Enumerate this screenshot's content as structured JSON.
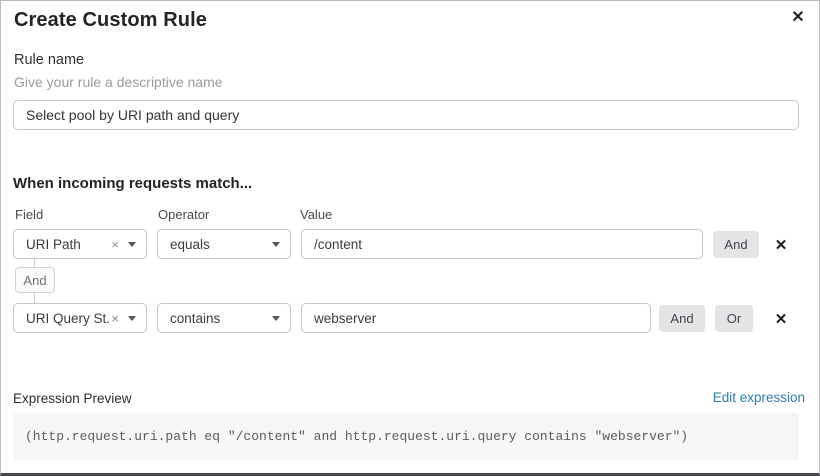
{
  "dialog": {
    "title": "Create Custom Rule",
    "close_icon": "✕"
  },
  "rule_name": {
    "label": "Rule name",
    "hint": "Give your rule a descriptive name",
    "value": "Select pool by URI path and query"
  },
  "matcher": {
    "heading": "When incoming requests match...",
    "column_labels": {
      "field": "Field",
      "operator": "Operator",
      "value": "Value"
    },
    "connector_label": "And",
    "rows": [
      {
        "field": "URI Path",
        "operator": "equals",
        "value": "/content",
        "buttons": [
          "And"
        ],
        "remove_icon": "✕",
        "clear_icon": "×"
      },
      {
        "field": "URI Query St...",
        "operator": "contains",
        "value": "webserver",
        "buttons": [
          "And",
          "Or"
        ],
        "remove_icon": "✕",
        "clear_icon": "×"
      }
    ]
  },
  "expression": {
    "label": "Expression Preview",
    "edit_link": "Edit expression",
    "code": "(http.request.uri.path eq \"/content\" and http.request.uri.query contains \"webserver\")"
  },
  "colors": {
    "link_blue": "#2c7cb0",
    "button_gray": "#e4e4e6",
    "border_gray": "#c6c6c9",
    "code_bg": "#f6f6f7"
  }
}
